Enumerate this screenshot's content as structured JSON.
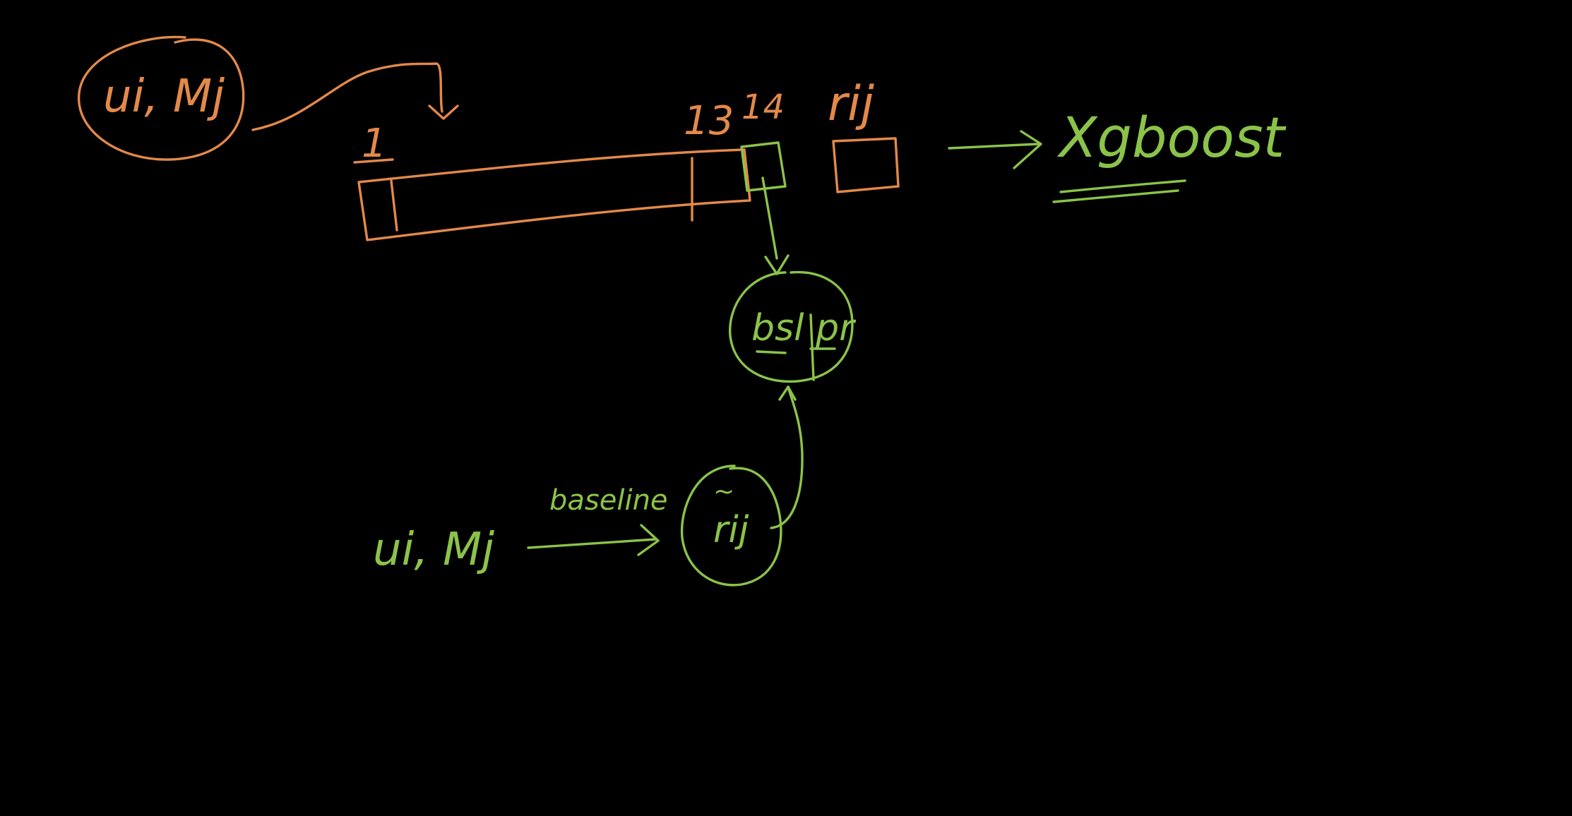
{
  "colors": {
    "background": "#000000",
    "orange_ink": "#E3894A",
    "green_ink": "#8BC34A"
  },
  "labels": {
    "input_top": "ui, Mj",
    "index_first": "1",
    "index_13": "13",
    "index_14": "14",
    "target_rij": "rij",
    "model_xgboost": "Xgboost",
    "node_bsl_pr": "bsl pr",
    "input_bottom": "ui, Mj",
    "edge_baseline": "baseline",
    "node_rij_tilde": "rij",
    "tilde_mark": "~"
  }
}
